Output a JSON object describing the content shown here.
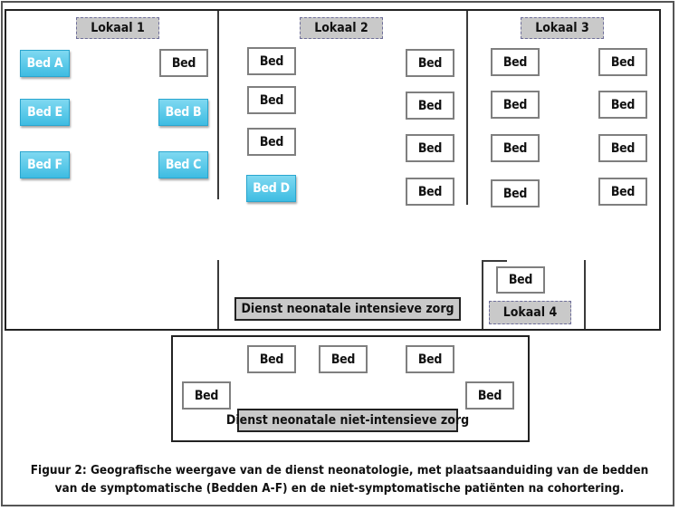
{
  "rooms": {
    "r1": "Lokaal 1",
    "r2": "Lokaal 2",
    "r3": "Lokaal 3",
    "r4": "Lokaal 4"
  },
  "services": {
    "nicu": "Dienst neonatale intensieve zorg",
    "non_nicu": "Dienst neonatale niet-intensieve zorg"
  },
  "beds": {
    "bed_a": "Bed A",
    "bed_b": "Bed B",
    "bed_c": "Bed C",
    "bed_d": "Bed D",
    "bed_e": "Bed E",
    "bed_f": "Bed F",
    "plain": "Bed"
  },
  "colors": {
    "symptomatic_bed": "#3ebce2",
    "label_fill": "#c9c9c9"
  },
  "caption": {
    "line1": "Figuur 2: Geografische weergave van de dienst neonatologie, met plaatsaanduiding van de bedden",
    "line2": "van de symptomatische (Bedden A-F) en de niet-symptomatische patiënten na cohortering."
  }
}
